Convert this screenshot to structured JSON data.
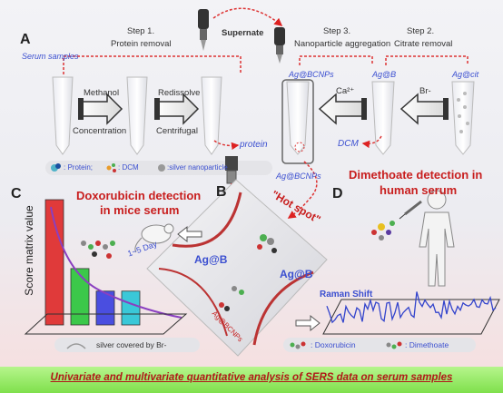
{
  "panel_a": {
    "label": "A",
    "serum_samples": "Serum samples",
    "step1": "Step 1.",
    "step1_title": "Protein removal",
    "supernate": "Supernate",
    "step3": "Step 3.",
    "step3_title": "Nanoparticle aggregation",
    "step2": "Step 2.",
    "step2_title": "Citrate removal",
    "methanol": "Methanol",
    "concentration": "Concentration",
    "redissolve": "Redissolve",
    "centrifugal": "Centrifugal",
    "protein": "protein",
    "tube_agbcnps": "Ag@BCNPs",
    "tube_agb": "Ag@B",
    "tube_agcit": "Ag@cit",
    "ca": "Ca²⁺",
    "br": "Br-",
    "dcm": "DCM",
    "agbcnps_below": "Ag@BCNPs",
    "legend_protein": ": Protein;",
    "legend_dcm": ": DCM",
    "legend_silver": ":silver nanoparticle"
  },
  "panel_b": {
    "label": "B",
    "hot_spot": "\"Hot spot\"",
    "agb_left": "Ag@B",
    "agb_right": "Ag@B",
    "agbcnps": "Ag@BCNPs"
  },
  "panel_c": {
    "label": "C",
    "title_line1": "Doxorubicin detection",
    "title_line2": "in mice serum",
    "days": "1~5 Day",
    "y_axis": "Score matrix value",
    "legend": "silver  covered by Br-"
  },
  "panel_d": {
    "label": "D",
    "title_line1": "Dimethoate detection in",
    "title_line2": "human serum",
    "raman_shift": "Raman Shift",
    "legend_dox": ":  Doxorubicin",
    "legend_dim": ":  Dimethoate"
  },
  "footer": "Univariate and multivariate quantitative analysis of SERS data on serum samples",
  "colors": {
    "red": "#c81e1e",
    "blue": "#3b4fd0",
    "footer_bg": "#8de85a",
    "bar_red": "#e03a3a",
    "bar_green": "#3cc84a",
    "bar_blue": "#4a4ee0",
    "bar_cyan": "#3ac8d8",
    "spectrum": "#3344cc"
  },
  "chart_data": {
    "type": "bar",
    "ylabel": "Score matrix value",
    "series": [
      {
        "values": [
          1.0,
          0.45,
          0.27,
          0.27
        ]
      }
    ],
    "curve": "purple decay curve over bars"
  }
}
